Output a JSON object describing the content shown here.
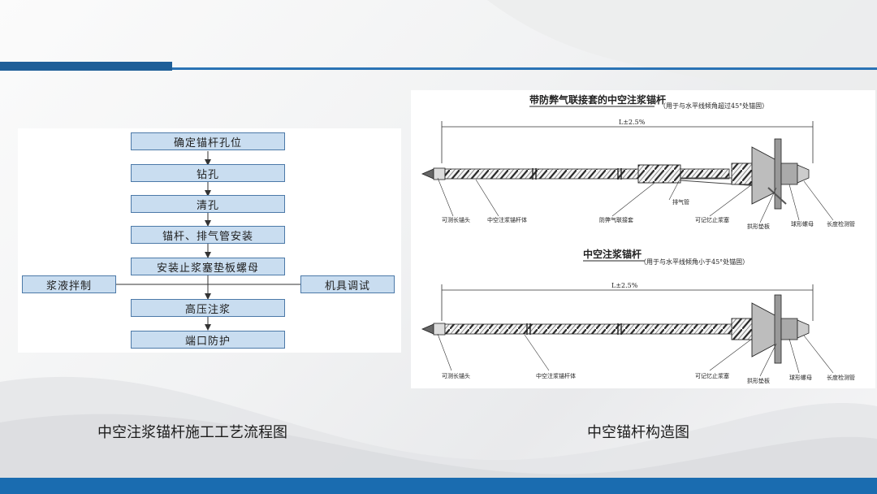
{
  "flowchart": {
    "steps": [
      "确定锚杆孔位",
      "钻孔",
      "清孔",
      "锚杆、排气管安装",
      "安装止浆塞垫板螺母",
      "高压注浆",
      "端口防护"
    ],
    "left_input": "浆液拌制",
    "right_input": "机具调试"
  },
  "diagram_top": {
    "title": "带防弊气联接套的中空注浆锚杆",
    "note": "（用于与水平线倾角超过45°处锚固）",
    "dimension": "L±2.5%",
    "labels": [
      "可测长锚头",
      "中空注浆锚杆体",
      "防弊气联接套",
      "排气管",
      "可记忆止浆塞",
      "拱形垫板",
      "球形螺母",
      "长度检测管"
    ]
  },
  "diagram_bottom": {
    "title": "中空注浆锚杆",
    "note": "（用于与水平线倾角小于45°处锚固）",
    "dimension": "L±2.5%",
    "labels": [
      "可测长锚头",
      "中空注浆锚杆体",
      "可记忆止浆塞",
      "拱形垫板",
      "球形螺母",
      "长度检测管"
    ]
  },
  "captions": {
    "left": "中空注浆锚杆施工工艺流程图",
    "right": "中空锚杆构造图"
  },
  "colors": {
    "accent": "#1f5f98",
    "flow_box": "#c9ddf0",
    "flow_border": "#4c79a8"
  }
}
